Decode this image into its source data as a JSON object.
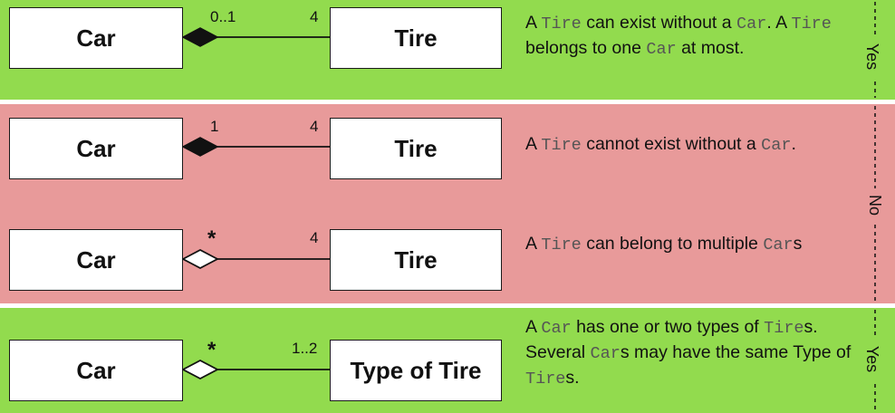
{
  "rows": [
    {
      "left_class": "Car",
      "right_class": "Tire",
      "left_mult": "0..1",
      "right_mult": "4",
      "desc": [
        {
          "t": "A ",
          "c": false
        },
        {
          "t": "Tire",
          "c": true
        },
        {
          "t": " can exist without a ",
          "c": false
        },
        {
          "t": "Car",
          "c": true
        },
        {
          "t": ". A ",
          "c": false
        },
        {
          "t": "Tire",
          "c": true
        },
        {
          "t": " belongs to one ",
          "c": false
        },
        {
          "t": "Car",
          "c": true
        },
        {
          "t": " at most.",
          "c": false
        }
      ]
    },
    {
      "left_class": "Car",
      "right_class": "Tire",
      "left_mult": "1",
      "right_mult": "4",
      "desc": [
        {
          "t": "A ",
          "c": false
        },
        {
          "t": "Tire",
          "c": true
        },
        {
          "t": " cannot exist without a ",
          "c": false
        },
        {
          "t": "Car",
          "c": true
        },
        {
          "t": ".",
          "c": false
        }
      ]
    },
    {
      "left_class": "Car",
      "right_class": "Tire",
      "left_mult": "*",
      "right_mult": "4",
      "desc": [
        {
          "t": "A ",
          "c": false
        },
        {
          "t": "Tire",
          "c": true
        },
        {
          "t": " can belong to multiple ",
          "c": false
        },
        {
          "t": "Car",
          "c": true
        },
        {
          "t": "s",
          "c": false
        }
      ]
    },
    {
      "left_class": "Car",
      "right_class": "Type of Tire",
      "left_mult": "*",
      "right_mult": "1..2",
      "desc": [
        {
          "t": "A ",
          "c": false
        },
        {
          "t": "Car",
          "c": true
        },
        {
          "t": " has one or two types of ",
          "c": false
        },
        {
          "t": "Tire",
          "c": true
        },
        {
          "t": "s. Several ",
          "c": false
        },
        {
          "t": "Car",
          "c": true
        },
        {
          "t": "s may have ",
          "c": false
        },
        {
          "t": "the same Type of ",
          "c": false
        },
        {
          "t": "Tire",
          "c": true
        },
        {
          "t": "s.",
          "c": false
        }
      ]
    }
  ],
  "side_labels": {
    "band1": "Yes",
    "band2": "No",
    "band3": "Yes"
  },
  "colors": {
    "green": "#92db4e",
    "red": "#e89a9a",
    "code_text": "#555555"
  }
}
